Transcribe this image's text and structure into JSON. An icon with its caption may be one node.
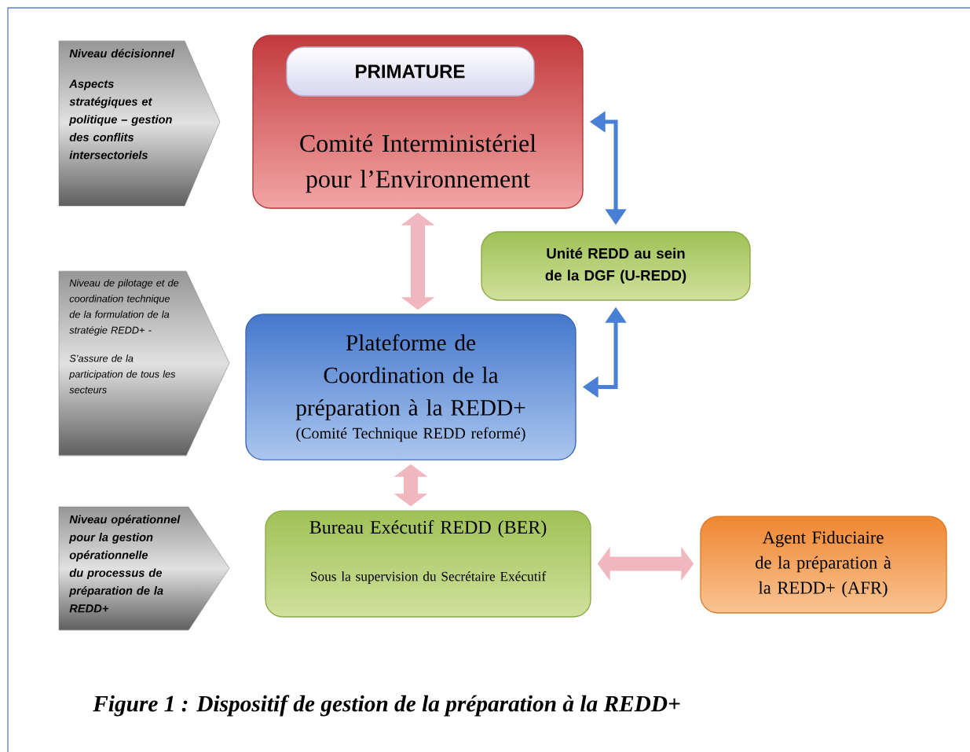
{
  "diagram": {
    "caption": "Figure 1 : Dispositif de gestion de la préparation à la REDD+",
    "nodes": [
      {
        "text": [
          "Niveau décisionnel",
          "Aspects stratégiques et politique – gestion des conflits intersectoriels"
        ]
      },
      {
        "text": [
          "Comité Interministériel pour l’Environnement"
        ]
      },
      {
        "text": [
          "PRIMATURE"
        ],
        "in": 1
      },
      {
        "text": [
          "Unité REDD au sein de la DGF (U-REDD)"
        ]
      },
      {
        "text": [
          "Niveau de pilotage et de coordination technique de la formulation de la stratégie REDD+ -",
          "S’assure de la participation de tous les secteurs"
        ]
      },
      {
        "text": [
          "Plateforme de Coordination de la préparation à la REDD+",
          "(Comité Technique REDD reformé)"
        ]
      },
      {
        "text": [
          "Niveau opérationnel pour la gestion opérationnelle du processus de préparation de la REDD+"
        ]
      },
      {
        "text": [
          "Bureau Exécutif REDD (BER)",
          "Sous la supervision du Secrétaire Exécutif"
        ]
      },
      {
        "text": [
          "Agent Fiduciaire de la préparation à la REDD+ (AFR)"
        ]
      }
    ],
    "edges": [
      {
        "from": 1,
        "to": 5,
        "arrow": "both"
      },
      {
        "from": 3,
        "to": 1,
        "arrow": "both",
        "color": "#4a7fd6"
      },
      {
        "from": 3,
        "to": 5,
        "arrow": "both",
        "color": "#4a7fd6"
      },
      {
        "from": 5,
        "to": 7,
        "arrow": "both"
      },
      {
        "from": 7,
        "to": 8,
        "arrow": "both"
      }
    ]
  }
}
